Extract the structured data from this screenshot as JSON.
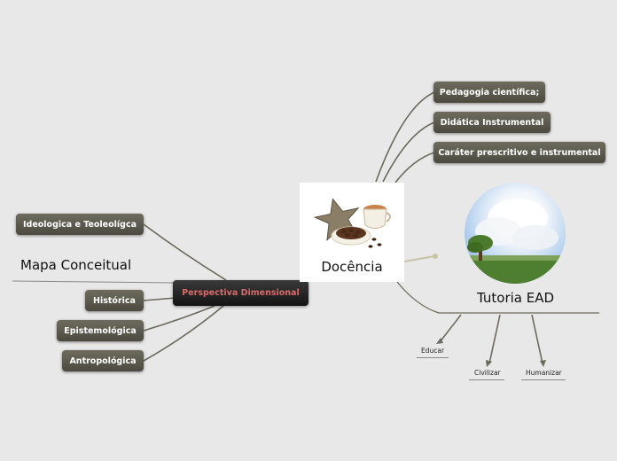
{
  "center": {
    "label": "Docência",
    "icon": "coffee-stars-icon"
  },
  "branch_left": {
    "label": "Perspectiva Dimensional",
    "items": [
      "Ideologica e Teoleolígca",
      "Mapa Conceitual",
      "Histórica",
      "Epistemológica",
      "Antropológica"
    ]
  },
  "branch_top_right": {
    "items": [
      "Pedagogia científica;",
      "Didática Instrumental",
      "Caráter prescritivo e instrumental"
    ]
  },
  "branch_right": {
    "label": "Tutoria EAD",
    "image": "landscape-sky-icon",
    "children": [
      "Educar",
      "Civilizar",
      "Humanizar"
    ]
  },
  "colors": {
    "background": "#e8e8e8",
    "node": "#5c5a4f",
    "dark_node": "#1e1e1e",
    "dark_node_text": "#d86a6a",
    "connector": "#6b6a5c",
    "accent_connector": "#c8c3a4"
  }
}
